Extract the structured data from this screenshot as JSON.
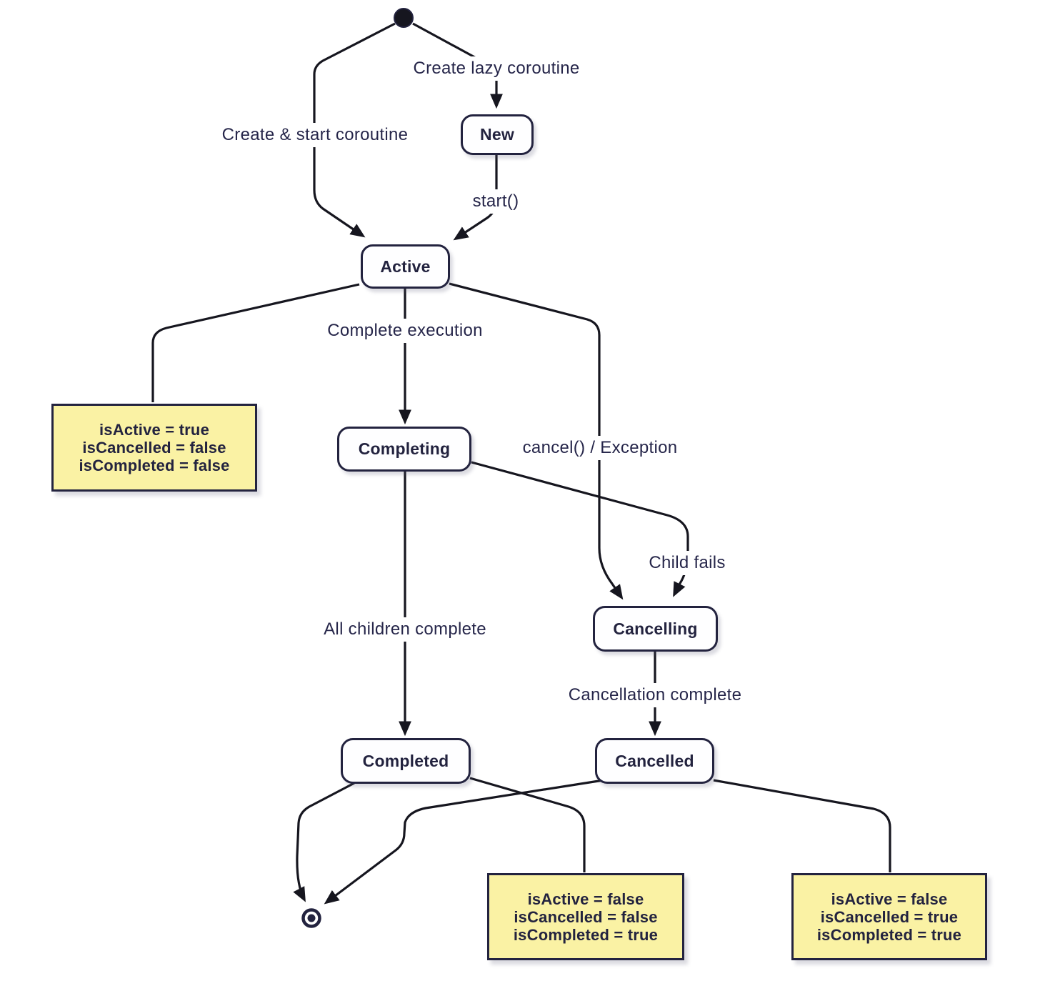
{
  "diagram": {
    "type": "state-diagram",
    "colors": {
      "background": "#ffffff",
      "edge_line": "#16161f",
      "node_border": "#23233f",
      "node_fill": "#fefeff",
      "node_text": "#23233f",
      "note_fill": "#faf2a4",
      "note_border": "#23233f",
      "label_text": "#26264a"
    },
    "markers": {
      "start": "initial-state-dot",
      "end": "final-state-circle"
    },
    "states": [
      {
        "id": "new",
        "label": "New"
      },
      {
        "id": "active",
        "label": "Active"
      },
      {
        "id": "completing",
        "label": "Completing"
      },
      {
        "id": "cancelling",
        "label": "Cancelling"
      },
      {
        "id": "completed",
        "label": "Completed"
      },
      {
        "id": "cancelled",
        "label": "Cancelled"
      }
    ],
    "transitions": [
      {
        "from": "start",
        "to": "new",
        "label": "Create lazy coroutine"
      },
      {
        "from": "start",
        "to": "active",
        "label": "Create & start coroutine"
      },
      {
        "from": "new",
        "to": "active",
        "label": "start()"
      },
      {
        "from": "active",
        "to": "completing",
        "label": "Complete execution"
      },
      {
        "from": "active",
        "to": "cancelling",
        "label": "cancel() / Exception"
      },
      {
        "from": "completing",
        "to": "cancelling",
        "label": "Child fails"
      },
      {
        "from": "completing",
        "to": "completed",
        "label": "All children complete"
      },
      {
        "from": "cancelling",
        "to": "cancelled",
        "label": "Cancellation complete"
      },
      {
        "from": "completed",
        "to": "end",
        "label": ""
      },
      {
        "from": "cancelled",
        "to": "end",
        "label": ""
      }
    ],
    "notes": [
      {
        "target": "active",
        "lines": [
          "isActive = true",
          "isCancelled = false",
          "isCompleted = false"
        ]
      },
      {
        "target": "completed",
        "lines": [
          "isActive = false",
          "isCancelled = false",
          "isCompleted = true"
        ]
      },
      {
        "target": "cancelled",
        "lines": [
          "isActive = false",
          "isCancelled = true",
          "isCompleted = true"
        ]
      }
    ]
  }
}
